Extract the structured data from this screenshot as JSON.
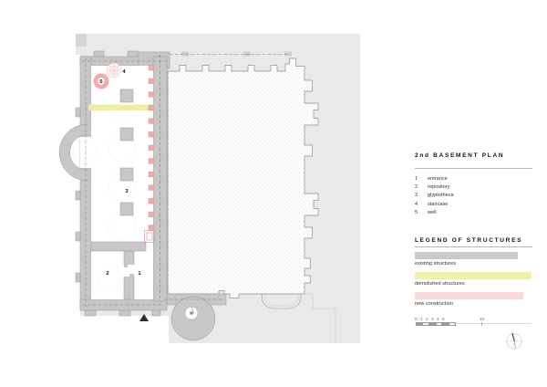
{
  "panel": {
    "title": "2nd BASEMENT PLAN",
    "key_items": [
      {
        "num": "1",
        "label": "entrance"
      },
      {
        "num": "2",
        "label": "repository"
      },
      {
        "num": "3",
        "label": "glyptotheca"
      },
      {
        "num": "4",
        "label": "staircase"
      },
      {
        "num": "5",
        "label": "well"
      }
    ],
    "legend_title": "LEGEND OF STRUCTURES",
    "legend_items": [
      {
        "label": "existing structures",
        "color": "#c9c9c9"
      },
      {
        "label": "demolished structures",
        "color": "#f0efa4"
      },
      {
        "label": "new construction",
        "color": "#f9d9d9"
      }
    ],
    "scale_numbers": [
      "0",
      "1",
      "2",
      "3",
      "4",
      "5"
    ],
    "scale_end": "10"
  },
  "plan": {
    "labels": {
      "entrance": "1",
      "repository": "2",
      "glyptotheca": "3",
      "staircase": "4",
      "well": "5"
    },
    "colors": {
      "background": "#e9e9e9",
      "background_corner": "#d4d4d4",
      "existing": "#c7c7c7",
      "demolished": "#efeda3",
      "new_fill": "#f2abab",
      "new_stroke": "#dd8f8f"
    }
  }
}
